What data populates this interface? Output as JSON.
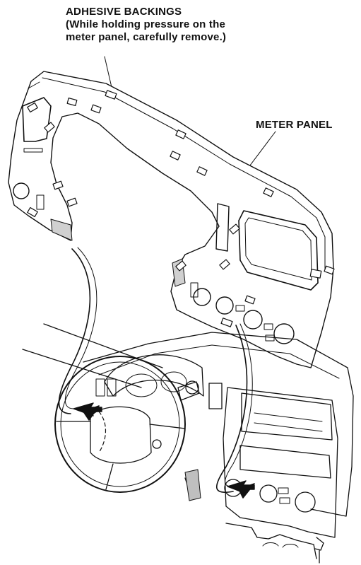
{
  "labels": {
    "adhesive_title": "ADHESIVE BACKINGS",
    "adhesive_note_line1": "(While holding pressure on the",
    "adhesive_note_line2": "meter panel, carefully remove.)",
    "meter_panel": "METER PANEL"
  },
  "colors": {
    "ink": "#111111",
    "panel_fill": "#ffffff",
    "shade": "#bfbfbf"
  }
}
